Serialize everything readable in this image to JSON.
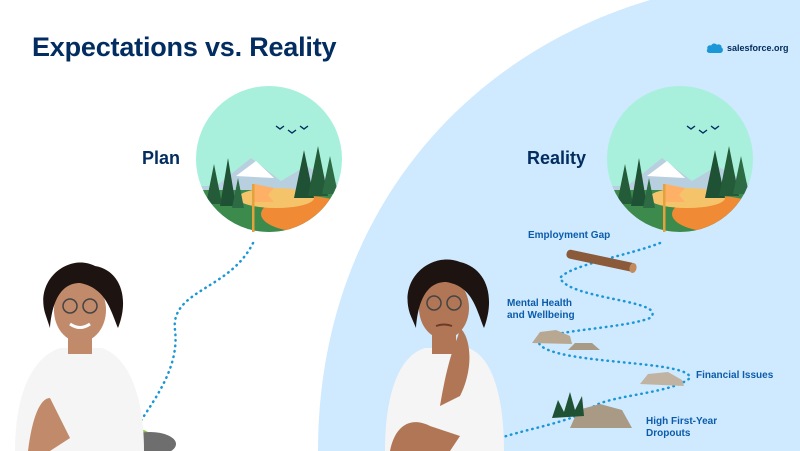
{
  "slide": {
    "title": "Expectations vs. Reality",
    "brand": "salesforce.org"
  },
  "plan": {
    "label": "Plan"
  },
  "reality": {
    "label": "Reality",
    "obstacles": [
      {
        "line1": "Employment Gap",
        "line2": ""
      },
      {
        "line1": "Mental Health",
        "line2": "and Wellbeing"
      },
      {
        "line1": "Financial Issues",
        "line2": ""
      },
      {
        "line1": "High First-Year",
        "line2": "Dropouts"
      }
    ]
  },
  "colors": {
    "title": "#032d60",
    "label_blue": "#0b5cab",
    "reality_bg": "#cfe9fe",
    "path_dots": "#1b96d6",
    "sky": "#a8f0dc",
    "flag": "#ffb067"
  },
  "icons": [
    "salesforce-cloud-icon",
    "flag-icon",
    "birds-icon",
    "log-icon",
    "rock-icon",
    "plant-icon"
  ]
}
